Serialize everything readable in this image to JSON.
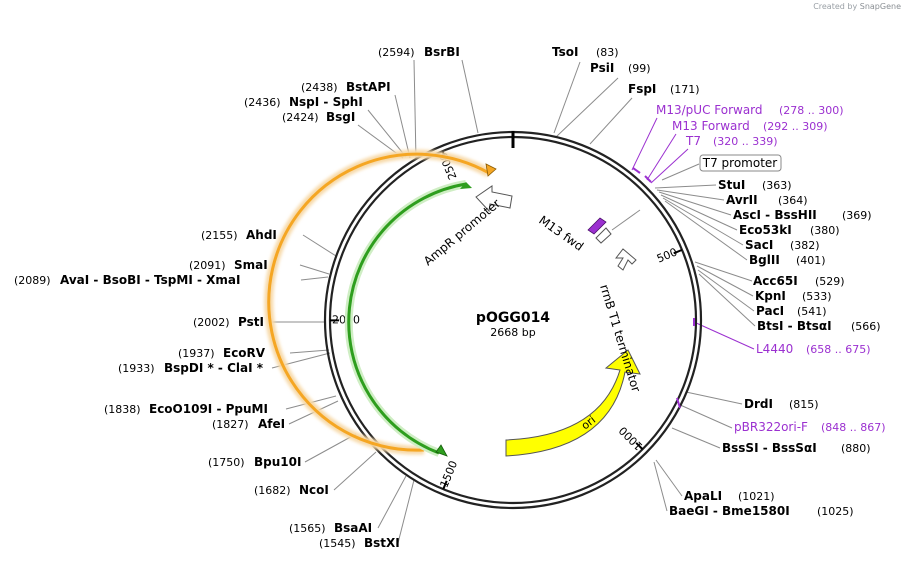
{
  "credit": {
    "prefix": "Created by",
    "brand": "SnapGene"
  },
  "plasmid": {
    "name": "pOGG014",
    "size_label": "2668 bp",
    "length": 2668
  },
  "ticks": [
    {
      "pos": 500,
      "label": "500"
    },
    {
      "pos": 1000,
      "label": "1000"
    },
    {
      "pos": 1500,
      "label": "1500"
    },
    {
      "pos": 2000,
      "label": "2000"
    },
    {
      "pos": 2500,
      "label": "2500"
    }
  ],
  "colors": {
    "ampr": "#f5a623",
    "ori": "#ffff00",
    "primer": "#9b30d0",
    "backbone": "#000000",
    "green": "#2e9e1e"
  },
  "features": [
    {
      "name": "AmpR promoter",
      "kind": "promoter"
    },
    {
      "name": "M13 fwd",
      "kind": "primer_bind"
    },
    {
      "name": "rrnB T1 terminator",
      "kind": "terminator"
    },
    {
      "name": "ori",
      "kind": "rep_origin"
    }
  ],
  "right_sites": [
    {
      "pos_label": "(83)",
      "name": "TsoI"
    },
    {
      "pos_label": "(99)",
      "name": "PsiI"
    },
    {
      "pos_label": "(171)",
      "name": "FspI"
    },
    {
      "pos_label": "(363)",
      "name": "StuI"
    },
    {
      "pos_label": "(364)",
      "name": "AvrII"
    },
    {
      "pos_label": "(369)",
      "name": "AscI  -  BssHII"
    },
    {
      "pos_label": "(380)",
      "name": "Eco53kI"
    },
    {
      "pos_label": "(382)",
      "name": "SacI"
    },
    {
      "pos_label": "(401)",
      "name": "BglII"
    },
    {
      "pos_label": "(529)",
      "name": "Acc65I"
    },
    {
      "pos_label": "(533)",
      "name": "KpnI"
    },
    {
      "pos_label": "(541)",
      "name": "PacI"
    },
    {
      "pos_label": "(566)",
      "name": "BtsI  -  BtsαI"
    },
    {
      "pos_label": "(815)",
      "name": "DrdI"
    },
    {
      "pos_label": "(880)",
      "name": "BssSI  -  BssSαI"
    },
    {
      "pos_label": "(1021)",
      "name": "ApaLI"
    },
    {
      "pos_label": "(1025)",
      "name": "BaeGI  -  Bme1580I"
    }
  ],
  "left_sites": [
    {
      "pos_label": "(2594)",
      "name": "BsrBI"
    },
    {
      "pos_label": "(2438)",
      "name": "BstAPI"
    },
    {
      "pos_label": "(2436)",
      "name": "NspI  -  SphI"
    },
    {
      "pos_label": "(2424)",
      "name": "BsgI"
    },
    {
      "pos_label": "(2155)",
      "name": "AhdI"
    },
    {
      "pos_label": "(2091)",
      "name": "SmaI"
    },
    {
      "pos_label": "(2089)",
      "name": "AvaI  -  BsoBI  -  TspMI  -  XmaI"
    },
    {
      "pos_label": "(2002)",
      "name": "PstI"
    },
    {
      "pos_label": "(1937)",
      "name": "EcoRV"
    },
    {
      "pos_label": "(1933)",
      "name": "BspDI *  -  ClaI *"
    },
    {
      "pos_label": "(1838)",
      "name": "EcoO109I  -  PpuMI"
    },
    {
      "pos_label": "(1827)",
      "name": "AfeI"
    },
    {
      "pos_label": "(1750)",
      "name": "Bpu10I"
    },
    {
      "pos_label": "(1682)",
      "name": "NcoI"
    },
    {
      "pos_label": "(1565)",
      "name": "BsaAI"
    },
    {
      "pos_label": "(1545)",
      "name": "BstXI"
    }
  ],
  "primers": [
    {
      "name": "M13/pUC Forward",
      "range": "(278 .. 300)"
    },
    {
      "name": "M13 Forward",
      "range": "(292 .. 309)"
    },
    {
      "name": "T7",
      "range": "(320 .. 339)"
    },
    {
      "name": "L4440",
      "range": "(658 .. 675)"
    },
    {
      "name": "pBR322ori-F",
      "range": "(848 .. 867)"
    }
  ],
  "boxed_labels": [
    {
      "name": "T7 promoter"
    }
  ]
}
